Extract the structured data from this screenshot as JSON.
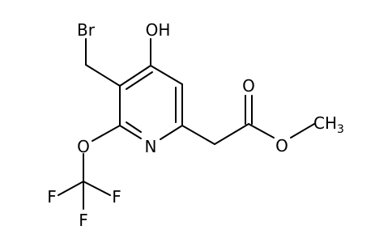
{
  "molecule": {
    "labels": {
      "br": "Br",
      "oh": "OH",
      "n": "N",
      "o_ether": "O",
      "f1": "F",
      "f2": "F",
      "f3": "F",
      "o_carbonyl": "O",
      "o_ester": "O",
      "ch3": "CH",
      "ch3_sub": "3"
    }
  }
}
